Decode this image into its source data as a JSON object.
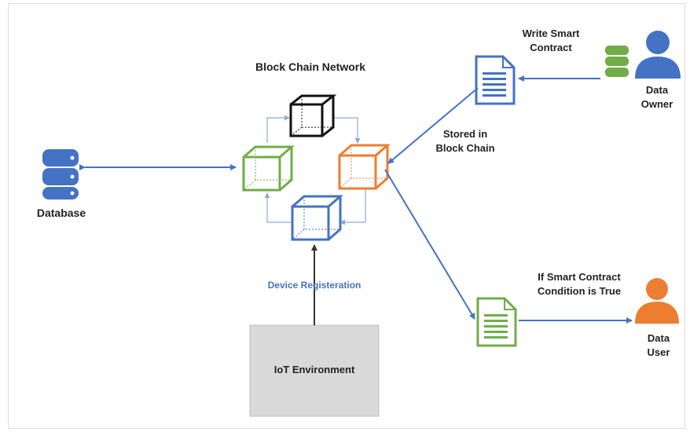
{
  "title": "Block Chain Network",
  "labels": {
    "database": "Database",
    "write_contract": "Write Smart\nContract",
    "data_owner": "Data\nOwner",
    "stored": "Stored in\nBlock Chain",
    "device_registration": "Device Registeration",
    "condition": "If Smart Contract\nCondition is True",
    "data_user": "Data\nUser",
    "iot": "IoT Environment"
  },
  "colors": {
    "arrow": "#4472c4",
    "cube_black": "#111111",
    "cube_orange": "#ed7d31",
    "cube_green": "#70ad47",
    "cube_blue": "#4472c4",
    "iot_box": "#d9d9d9",
    "owner": "#4472c4",
    "user": "#ed7d31"
  },
  "icons": [
    "database-icon",
    "cube-icon",
    "document-icon",
    "person-icon"
  ]
}
